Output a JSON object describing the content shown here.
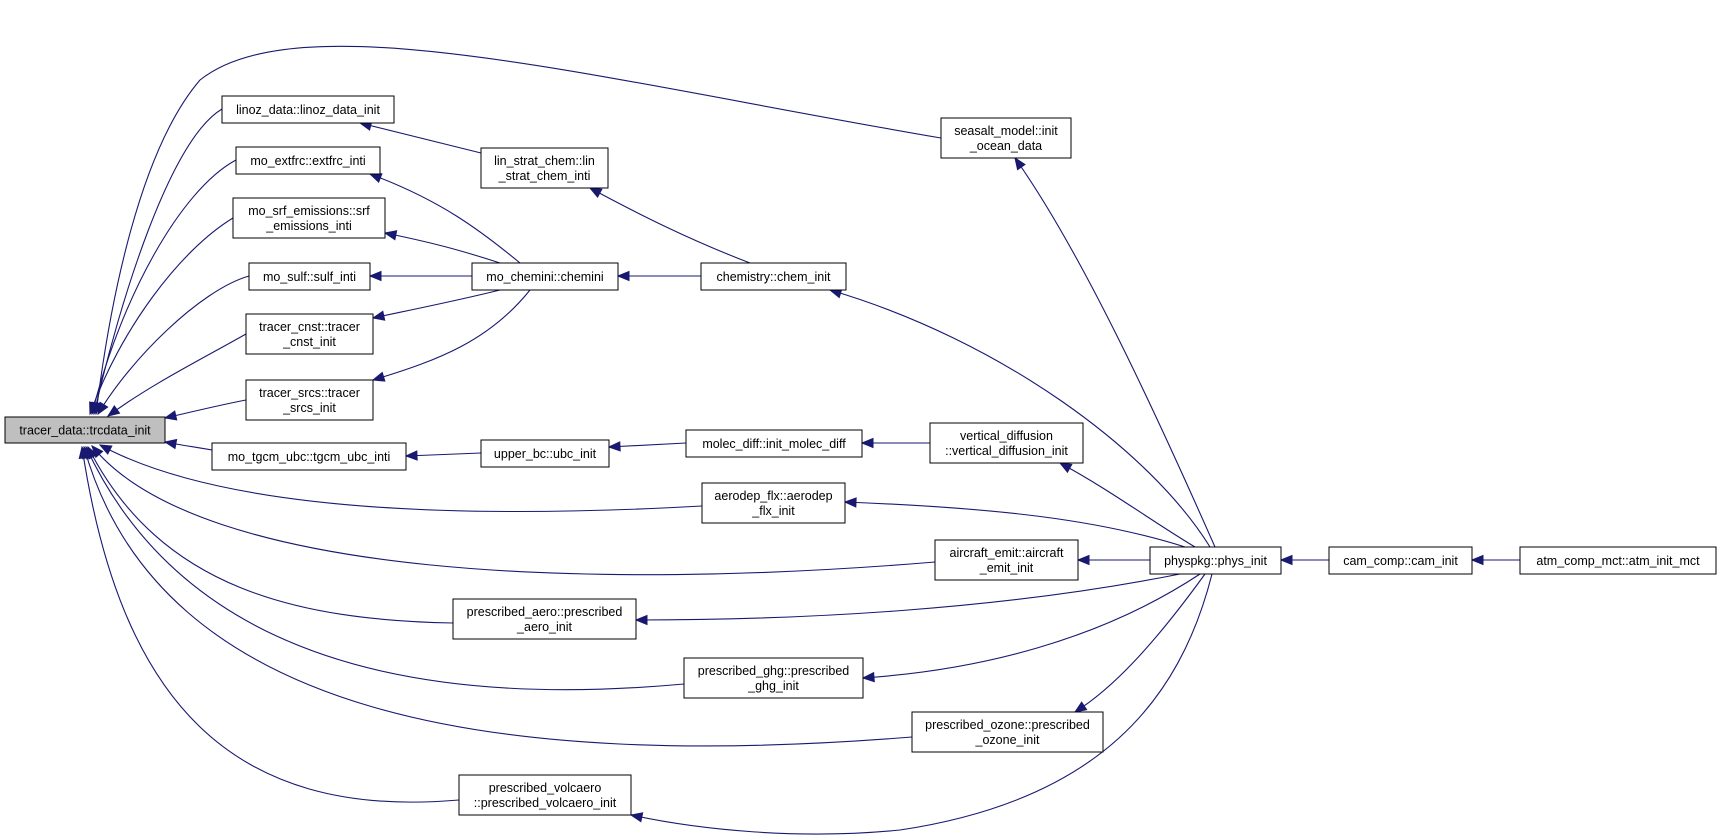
{
  "colors": {
    "edge": "#191970",
    "root_fill": "#bfbfbf",
    "node_fill": "#ffffff",
    "node_border": "#000000"
  },
  "nodes": [
    {
      "id": "trcdata",
      "lines": [
        "tracer_data::trcdata_init"
      ],
      "root": true
    },
    {
      "id": "linoz",
      "lines": [
        "linoz_data::linoz_data_init"
      ]
    },
    {
      "id": "extfrc",
      "lines": [
        "mo_extfrc::extfrc_inti"
      ]
    },
    {
      "id": "srfem",
      "lines": [
        "mo_srf_emissions::srf",
        "_emissions_inti"
      ]
    },
    {
      "id": "sulf",
      "lines": [
        "mo_sulf::sulf_inti"
      ]
    },
    {
      "id": "cnst",
      "lines": [
        "tracer_cnst::tracer",
        "_cnst_init"
      ]
    },
    {
      "id": "srcs",
      "lines": [
        "tracer_srcs::tracer",
        "_srcs_init"
      ]
    },
    {
      "id": "tgcm",
      "lines": [
        "mo_tgcm_ubc::tgcm_ubc_inti"
      ]
    },
    {
      "id": "linstrat",
      "lines": [
        "lin_strat_chem::lin",
        "_strat_chem_inti"
      ]
    },
    {
      "id": "chemini",
      "lines": [
        "mo_chemini::chemini"
      ]
    },
    {
      "id": "ubc",
      "lines": [
        "upper_bc::ubc_init"
      ]
    },
    {
      "id": "chem",
      "lines": [
        "chemistry::chem_init"
      ]
    },
    {
      "id": "molec",
      "lines": [
        "molec_diff::init_molec_diff"
      ]
    },
    {
      "id": "aerodep",
      "lines": [
        "aerodep_flx::aerodep",
        "_flx_init"
      ]
    },
    {
      "id": "aircraft",
      "lines": [
        "aircraft_emit::aircraft",
        "_emit_init"
      ]
    },
    {
      "id": "paero",
      "lines": [
        "prescribed_aero::prescribed",
        "_aero_init"
      ]
    },
    {
      "id": "pghg",
      "lines": [
        "prescribed_ghg::prescribed",
        "_ghg_init"
      ]
    },
    {
      "id": "pozone",
      "lines": [
        "prescribed_ozone::prescribed",
        "_ozone_init"
      ]
    },
    {
      "id": "pvolc",
      "lines": [
        "prescribed_volcaero",
        "::prescribed_volcaero_init"
      ]
    },
    {
      "id": "seasalt",
      "lines": [
        "seasalt_model::init",
        "_ocean_data"
      ]
    },
    {
      "id": "vdiff",
      "lines": [
        "vertical_diffusion",
        "::vertical_diffusion_init"
      ]
    },
    {
      "id": "phys",
      "lines": [
        "physpkg::phys_init"
      ]
    },
    {
      "id": "cam",
      "lines": [
        "cam_comp::cam_init"
      ]
    },
    {
      "id": "atm",
      "lines": [
        "atm_comp_mct::atm_init_mct"
      ]
    }
  ],
  "edges": [
    [
      "linoz",
      "trcdata"
    ],
    [
      "extfrc",
      "trcdata"
    ],
    [
      "srfem",
      "trcdata"
    ],
    [
      "sulf",
      "trcdata"
    ],
    [
      "cnst",
      "trcdata"
    ],
    [
      "srcs",
      "trcdata"
    ],
    [
      "tgcm",
      "trcdata"
    ],
    [
      "seasalt",
      "trcdata"
    ],
    [
      "aerodep",
      "trcdata"
    ],
    [
      "aircraft",
      "trcdata"
    ],
    [
      "paero",
      "trcdata"
    ],
    [
      "pghg",
      "trcdata"
    ],
    [
      "pozone",
      "trcdata"
    ],
    [
      "pvolc",
      "trcdata"
    ],
    [
      "linstrat",
      "linoz"
    ],
    [
      "chemini",
      "extfrc"
    ],
    [
      "chemini",
      "srfem"
    ],
    [
      "chemini",
      "sulf"
    ],
    [
      "chemini",
      "cnst"
    ],
    [
      "chemini",
      "srcs"
    ],
    [
      "ubc",
      "tgcm"
    ],
    [
      "chem",
      "linstrat"
    ],
    [
      "chem",
      "chemini"
    ],
    [
      "molec",
      "ubc"
    ],
    [
      "vdiff",
      "molec"
    ],
    [
      "phys",
      "chem"
    ],
    [
      "phys",
      "seasalt"
    ],
    [
      "phys",
      "vdiff"
    ],
    [
      "phys",
      "aerodep"
    ],
    [
      "phys",
      "aircraft"
    ],
    [
      "phys",
      "paero"
    ],
    [
      "phys",
      "pghg"
    ],
    [
      "phys",
      "pozone"
    ],
    [
      "phys",
      "pvolc"
    ],
    [
      "cam",
      "phys"
    ],
    [
      "atm",
      "cam"
    ]
  ]
}
